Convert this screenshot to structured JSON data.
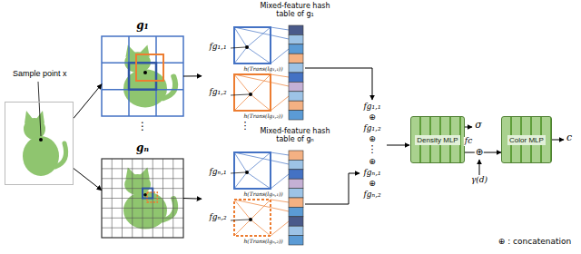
{
  "diagram": {
    "nodes": [
      {
        "text": [
          "Sample point x"
        ]
      },
      {
        "text": [
          "g₁"
        ]
      },
      {
        "text": [
          "Mixed-feature hash table of g₁"
        ]
      },
      {
        "text": [
          "gₙ"
        ]
      },
      {
        "text": [
          "Mixed-feature hash table of gₙ"
        ]
      },
      {
        "text": [
          "Density MLP"
        ]
      },
      {
        "text": [
          "Color MLP"
        ]
      }
    ],
    "edges": [
      {
        "from": 0,
        "to": 1,
        "arrow": "to"
      },
      {
        "from": 0,
        "to": 3,
        "arrow": "to"
      },
      {
        "from": 1,
        "to": 2,
        "arrow": "to"
      },
      {
        "from": 3,
        "to": 4,
        "arrow": "to"
      },
      {
        "from": 5,
        "to": 6,
        "arrow": "to"
      }
    ],
    "labels": [
      "fg₁,₁",
      "fg₁,₂",
      "h(Trans(lg₁,₁))",
      "h(Trans(lg₁,₂))",
      "fgₙ,₁",
      "fgₙ,₂",
      "h(Trans(lgₙ,₁))",
      "h(Trans(lgₙ,₂))",
      "⋮",
      "⋮",
      "fg₁,₁",
      "⊕",
      "fg₁,₂",
      "⊕",
      "⋮",
      "⊕",
      "fgₙ,₁",
      "⊕",
      "fgₙ,₂",
      "σ",
      "fc",
      "⊕",
      "γ(d)",
      "c",
      "⊕ : concatenation"
    ]
  }
}
